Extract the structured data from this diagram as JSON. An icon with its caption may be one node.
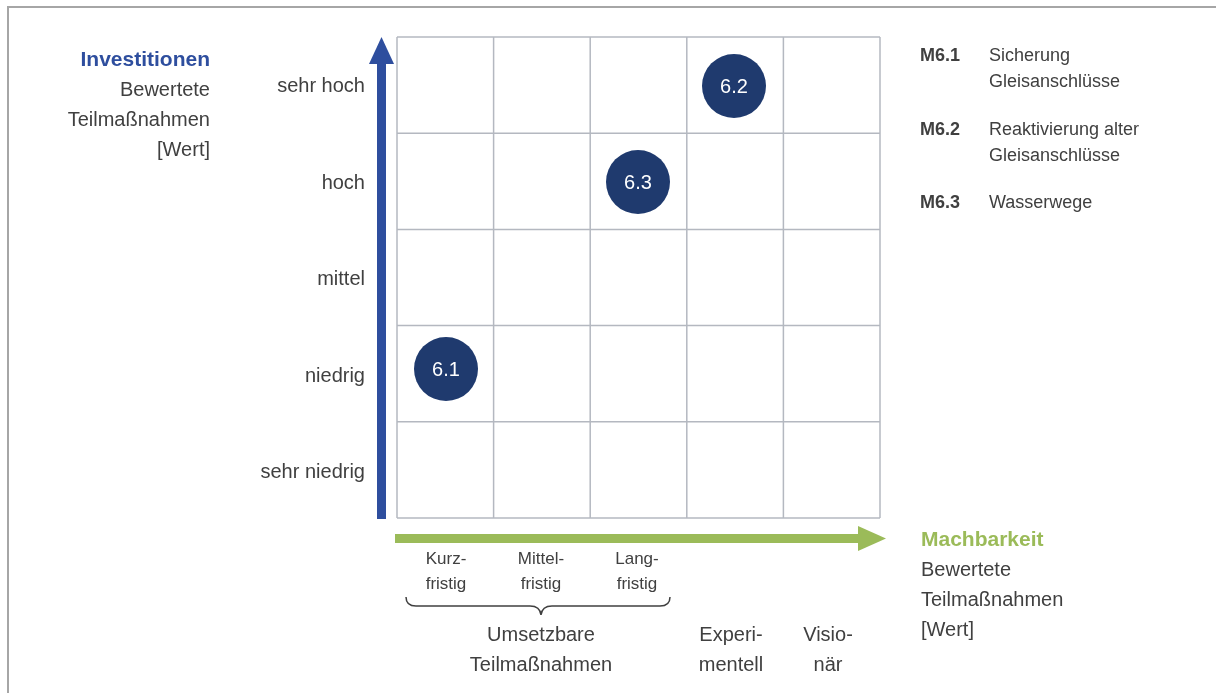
{
  "diagram": {
    "nodes": [
      {
        "text": [
          "6.1"
        ]
      },
      {
        "text": [
          "6.2"
        ]
      },
      {
        "text": [
          "6.3"
        ]
      }
    ],
    "edges": [],
    "labels": [
      "Investitionen",
      "Bewertete Teilmaßnahmen [Wert]",
      "sehr hoch",
      "hoch",
      "mittel",
      "niedrig",
      "sehr niedrig",
      "M6.1",
      "Sicherung Gleisanschlüsse",
      "M6.2",
      "Reaktivierung alter Gleisanschlüsse",
      "M6.3",
      "Wasserwege",
      "Machbarkeit",
      "Bewertete Teilmaßnahmen [Wert]",
      "Kurz- fristig",
      "Mittel- fristig",
      "Lang- fristig",
      "Umsetzbare Teilmaßnahmen",
      "Experi- mentell",
      "Visio- när"
    ]
  }
}
